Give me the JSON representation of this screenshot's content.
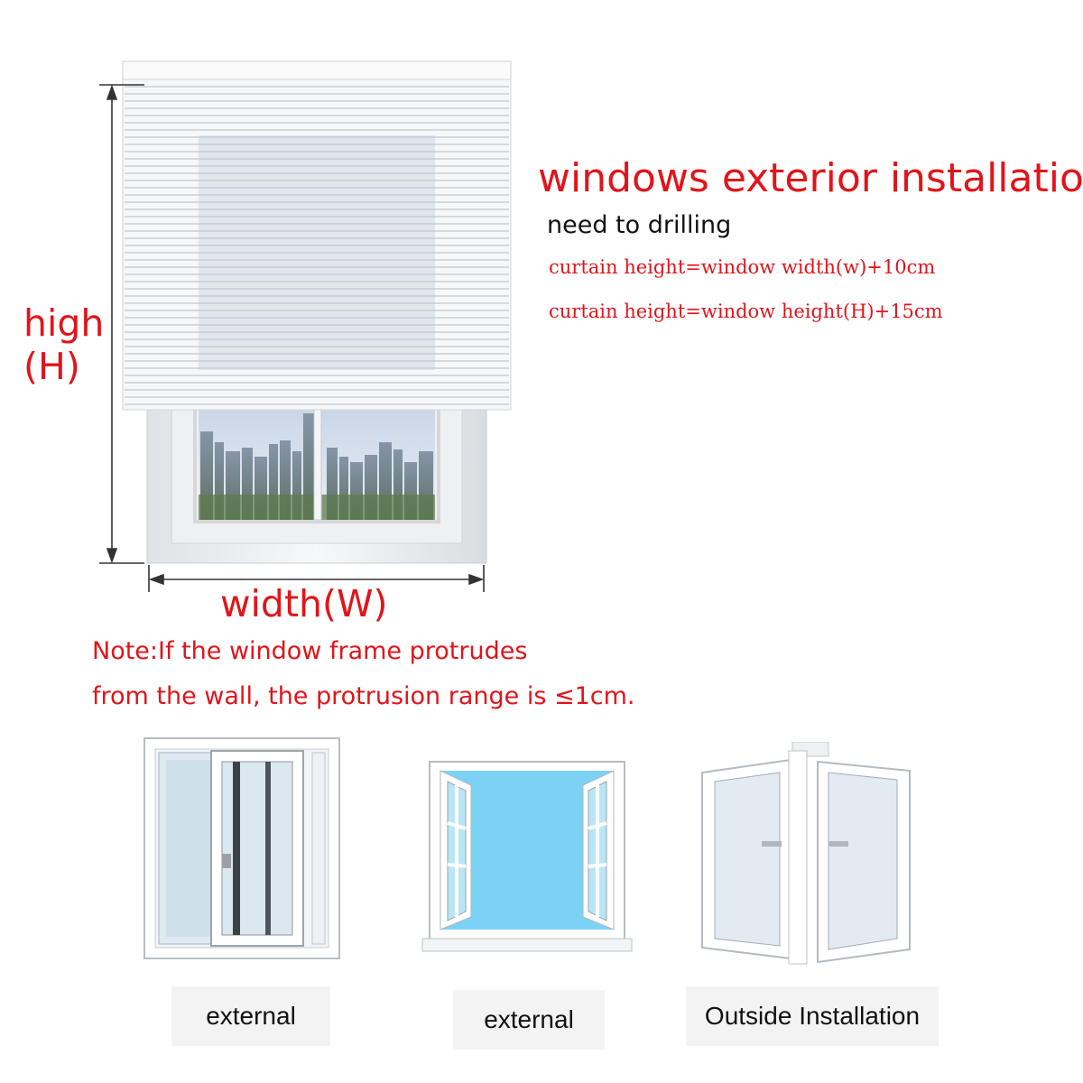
{
  "heading": {
    "title": "windows exterior installation",
    "subtitle": "need to drilling",
    "formula_1": "curtain height=window width(w)+10cm",
    "formula_2": "curtain height=window height(H)+15cm"
  },
  "dimensions": {
    "high_label": "high",
    "high_symbol": "(H)",
    "width_label": "width(W)"
  },
  "note": {
    "line_1": "Note:If the window frame protrudes",
    "line_2": "from the wall, the protrusion range is ≤1cm."
  },
  "window_types": [
    {
      "label": "external",
      "icon": "sliding-window-icon"
    },
    {
      "label": "external",
      "icon": "casement-window-open-icon"
    },
    {
      "label": "Outside Installation",
      "icon": "french-window-open-icon"
    }
  ],
  "colors": {
    "accent_red": "#e0151b",
    "sky_blue": "#5ec8f2",
    "frame_white": "#ffffff"
  }
}
